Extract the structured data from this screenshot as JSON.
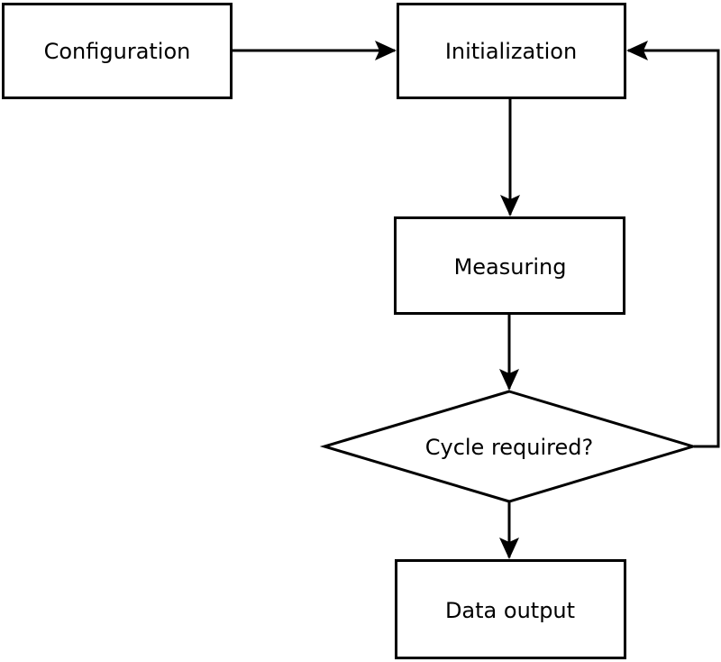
{
  "diagram": {
    "type": "flowchart",
    "background_color": "#ffffff",
    "node_fill_color": "#ffffff",
    "node_stroke_color": "#000000",
    "text_color": "#000000",
    "nodes": {
      "configuration": {
        "label": "Configuration",
        "shape": "rectangle"
      },
      "initialization": {
        "label": "Initialization",
        "shape": "rectangle"
      },
      "measuring": {
        "label": "Measuring",
        "shape": "rectangle"
      },
      "cycle_required": {
        "label": "Cycle required?",
        "shape": "diamond"
      },
      "data_output": {
        "label": "Data output",
        "shape": "rectangle"
      }
    },
    "edges": [
      {
        "from": "configuration",
        "to": "initialization",
        "direction": "right"
      },
      {
        "from": "initialization",
        "to": "measuring",
        "direction": "down"
      },
      {
        "from": "measuring",
        "to": "cycle_required",
        "direction": "down"
      },
      {
        "from": "cycle_required",
        "to": "data_output",
        "direction": "down"
      },
      {
        "from": "cycle_required",
        "to": "initialization",
        "direction": "loop-right-up"
      }
    ]
  }
}
